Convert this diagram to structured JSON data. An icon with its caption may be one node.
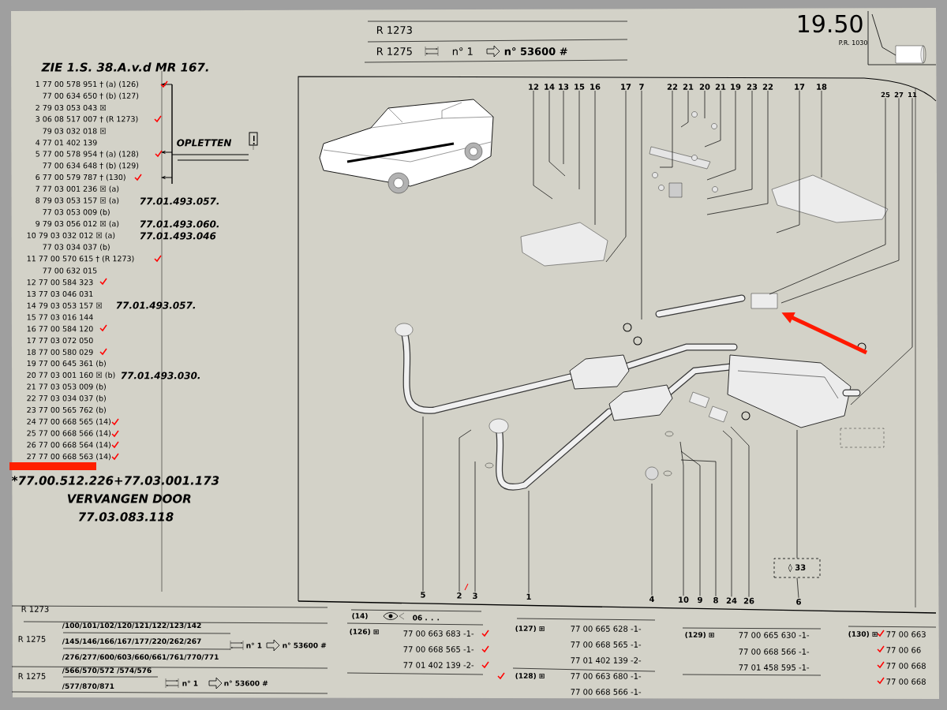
{
  "diagram": {
    "nodes": [
      {
        "text": [
          "12"
        ]
      },
      {
        "text": [
          "14"
        ]
      },
      {
        "text": [
          "13"
        ]
      },
      {
        "text": [
          "15"
        ]
      },
      {
        "text": [
          "16"
        ]
      },
      {
        "text": [
          "17"
        ]
      },
      {
        "text": [
          "7"
        ]
      },
      {
        "text": [
          "22"
        ]
      },
      {
        "text": [
          "21"
        ]
      },
      {
        "text": [
          "20"
        ]
      },
      {
        "text": [
          "21"
        ]
      },
      {
        "text": [
          "19"
        ]
      },
      {
        "text": [
          "23"
        ]
      },
      {
        "text": [
          "22"
        ]
      },
      {
        "text": [
          "17"
        ]
      },
      {
        "text": [
          "18"
        ]
      },
      {
        "text": [
          "25"
        ]
      },
      {
        "text": [
          "27"
        ]
      },
      {
        "text": [
          "11"
        ]
      },
      {
        "text": [
          "5"
        ]
      },
      {
        "text": [
          "2"
        ]
      },
      {
        "text": [
          "3"
        ]
      },
      {
        "text": [
          "1"
        ]
      },
      {
        "text": [
          "4"
        ]
      },
      {
        "text": [
          "10"
        ]
      },
      {
        "text": [
          "9"
        ]
      },
      {
        "text": [
          "8"
        ]
      },
      {
        "text": [
          "24"
        ]
      },
      {
        "text": [
          "26"
        ]
      },
      {
        "text": [
          "6"
        ]
      },
      {
        "text": [
          "◊ 33"
        ]
      }
    ],
    "edges": [
      {
        "from": 0,
        "to": null,
        "arrow": "none"
      },
      {
        "from": 1,
        "to": null,
        "arrow": "none"
      },
      {
        "from": 2,
        "to": null,
        "arrow": "none"
      },
      {
        "from": 3,
        "to": null,
        "arrow": "none"
      },
      {
        "from": 4,
        "to": null,
        "arrow": "none"
      },
      {
        "from": 5,
        "to": null,
        "arrow": "none"
      },
      {
        "from": 6,
        "to": null,
        "arrow": "none"
      },
      {
        "from": 7,
        "to": null,
        "arrow": "none"
      },
      {
        "from": 8,
        "to": null,
        "arrow": "none"
      },
      {
        "from": 9,
        "to": null,
        "arrow": "none"
      },
      {
        "from": 10,
        "to": null,
        "arrow": "none"
      },
      {
        "from": 11,
        "to": null,
        "arrow": "none"
      },
      {
        "from": 12,
        "to": null,
        "arrow": "none"
      },
      {
        "from": 13,
        "to": null,
        "arrow": "none"
      },
      {
        "from": 14,
        "to": null,
        "arrow": "none"
      },
      {
        "from": 15,
        "to": null,
        "arrow": "none"
      },
      {
        "from": 16,
        "to": null,
        "arrow": "none"
      },
      {
        "from": 17,
        "to": null,
        "arrow": "none"
      },
      {
        "from": 18,
        "to": null,
        "arrow": "none"
      },
      {
        "from": 19,
        "to": null,
        "arrow": "none"
      },
      {
        "from": 20,
        "to": null,
        "arrow": "none"
      },
      {
        "from": 21,
        "to": null,
        "arrow": "none"
      },
      {
        "from": 22,
        "to": null,
        "arrow": "none"
      },
      {
        "from": 23,
        "to": null,
        "arrow": "none"
      },
      {
        "from": 24,
        "to": null,
        "arrow": "none"
      },
      {
        "from": 25,
        "to": null,
        "arrow": "none"
      },
      {
        "from": 26,
        "to": null,
        "arrow": "none"
      },
      {
        "from": 27,
        "to": null,
        "arrow": "none"
      },
      {
        "from": 28,
        "to": null,
        "arrow": "none"
      },
      {
        "from": 29,
        "to": 30,
        "arrow": "none"
      },
      {
        "from": 30,
        "to": null,
        "arrow": "none"
      }
    ],
    "labels": [
      "ZIE 1.S. 38.A.v.d MR 167.",
      "1 77 00 578 951 † (a) (126)",
      "77 00 634 650 † (b) (127)",
      "2 79 03 053 043 ☒",
      "3 06 08 517 007 † (R 1273)",
      "79 03 032 018 ☒",
      "4 77 01 402 139",
      "5 77 00 578 954 † (a) (128)",
      "77 00 634 648 † (b) (129)",
      "6 77 00 579 787 † (130)",
      "7 77 03 001 236 ☒ (a)",
      "8 79 03 053 157 ☒ (a)",
      "77 03 053 009 (b)",
      "9 79 03 056 012 ☒ (a)",
      "10 79 03 032 012 ☒ (a)",
      "77 03 034 037 (b)",
      "11 77 00 570 615 † (R 1273)",
      "77 00 632 015",
      "12 77 00 584 323",
      "13 77 03 046 031",
      "14 79 03 053 157 ☒",
      "15 77 03 016 144",
      "16 77 00 584 120",
      "17 77 03 072 050",
      "18 77 00 580 029",
      "19 77 00 645 361 (b)",
      "20 77 03 001 160 ☒ (b)",
      "21 77 03 053 009 (b)",
      "22 77 03 034 037 (b)",
      "23 77 00 565 762 (b)",
      "24 77 00 668 565 (14)",
      "25 77 00 668 566 (14)",
      "26 77 00 668 564 (14)",
      "27 77 00 668 563 (14)",
      "R 1273",
      "R 1275",
      "n° 1",
      "n° 53600 #",
      "19.50",
      "P.R. 1030",
      "OPLETTEN",
      "77.01.493.057.",
      "77.01.493.060.",
      "77.01.493.046",
      "77.01.493.057.",
      "77.01.493.030.",
      "*77.00.512.226+77.03.001.173",
      "VERVANGEN DOOR",
      "77.03.083.118",
      "R 1273",
      "R 1275",
      "/100/101/102/120/121/122/123/142",
      "/145/146/166/167/177/220/262/267",
      "/276/277/600/603/660/661/761/770/771",
      "n° 1",
      "n° 53600 #",
      "R 1275",
      "/566/570/572 /574/576",
      "/577/870/871",
      "n° 1",
      "n° 53600 #",
      "(14)",
      "06 . . .",
      "(126) ⊞",
      "77 00 663 683 -1-",
      "77 00 668 565 -1-",
      "77 01 402 139 -2-",
      "(127) ⊞",
      "77 00 665 628 -1-",
      "77 00 668 565 -1-",
      "77 01 402 139 -2-",
      "(128) ⊞",
      "77 00 663 680 -1-",
      "77 00 668 566 -1-",
      "(129) ⊞",
      "77 00 665 630 -1-",
      "77 00 668 566 -1-",
      "77 01 458 595 -1-",
      "(130) ⊞",
      "77 00 663",
      "77 00 66",
      "77 00 668",
      "77 00 668"
    ]
  }
}
